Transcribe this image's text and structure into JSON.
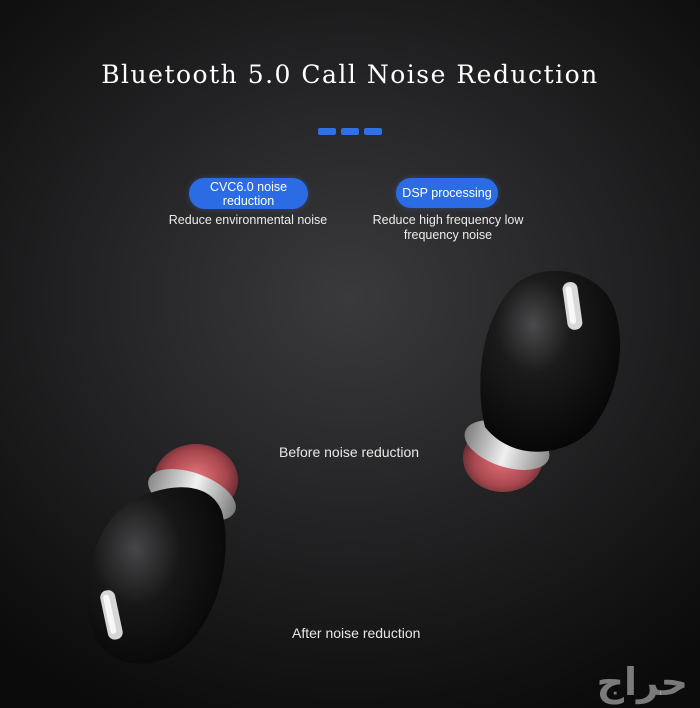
{
  "title": "Bluetooth 5.0 Call Noise Reduction",
  "features": [
    {
      "badge_line1": "CVC6.0 noise",
      "badge_line2": "reduction",
      "description_line1": "Reduce environmental noise",
      "description_line2": ""
    },
    {
      "badge_line1": "DSP processing",
      "badge_line2": "",
      "description_line1": "Reduce high frequency low",
      "description_line2": "frequency noise"
    }
  ],
  "captions": {
    "before": "Before noise reduction",
    "after": "After noise reduction"
  },
  "watermark": "حراج",
  "colors": {
    "accent_blue": "#2b6be3",
    "background": "#222224",
    "earbud_ring": "#c9c9c9",
    "ear_tip": "#c0616a"
  },
  "icons": [
    "sound-wave-before",
    "sound-wave-after",
    "earbud-right",
    "earbud-left"
  ]
}
